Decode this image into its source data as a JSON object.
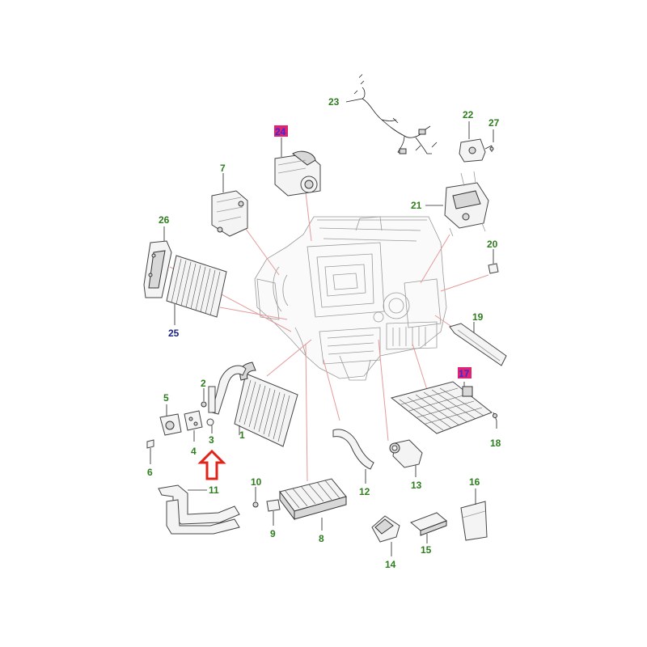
{
  "colors": {
    "label_green": "#2e7d1e",
    "label_blue": "#1a237e",
    "label_highlight_text": "#3a2bd8",
    "label_highlight_bg": "#e0246f",
    "leader_red": "#e59a9a",
    "arrow_red": "#e2231a"
  },
  "labels": {
    "p1": "1",
    "p2": "2",
    "p3": "3",
    "p4": "4",
    "p5": "5",
    "p6": "6",
    "p7": "7",
    "p8": "8",
    "p9": "9",
    "p10": "10",
    "p11": "11",
    "p12": "12",
    "p13": "13",
    "p14": "14",
    "p15": "15",
    "p16": "16",
    "p17": "17",
    "p18": "18",
    "p19": "19",
    "p20": "20",
    "p21": "21",
    "p22": "22",
    "p23": "23",
    "p24": "24",
    "p25": "25",
    "p26": "26",
    "p27": "27"
  },
  "highlighted_parts": [
    "24",
    "17"
  ],
  "arrow_icon": "red-outline-up-arrow",
  "arrow_points_to_part": "3"
}
